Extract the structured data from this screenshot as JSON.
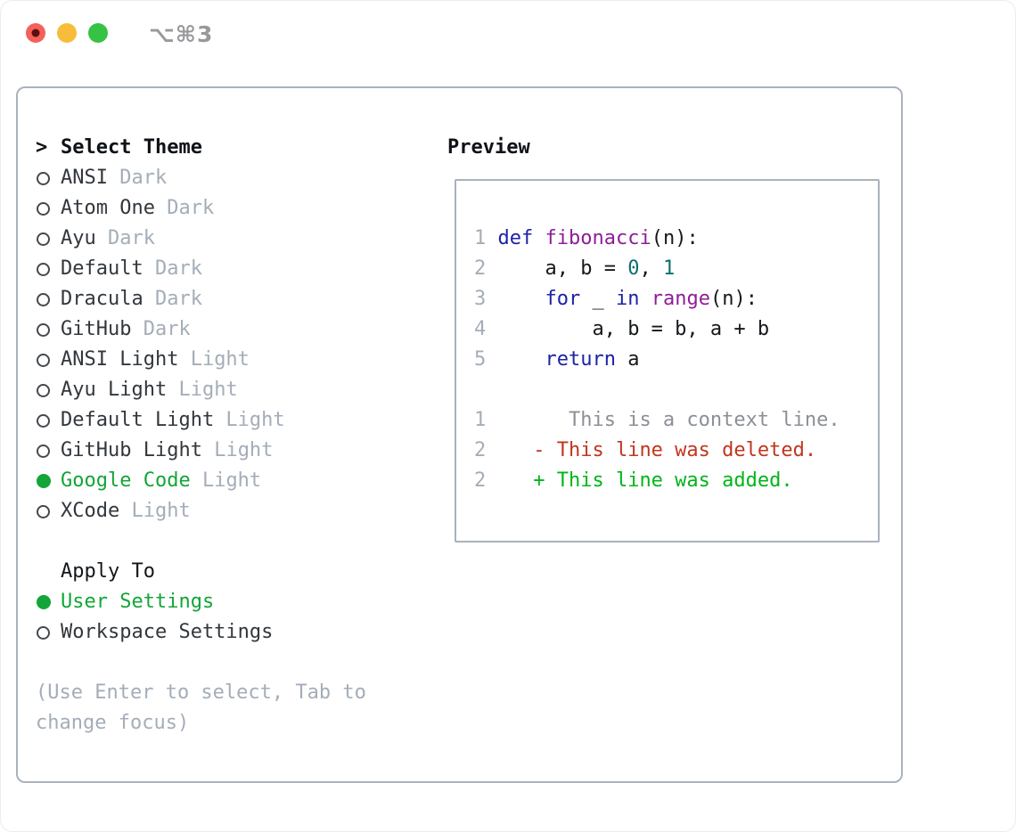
{
  "titlebar": {
    "shortcut_label": "⌥⌘3",
    "traffic_lights": [
      {
        "name": "close",
        "color": "#f4605a",
        "has_dot": true
      },
      {
        "name": "minimize",
        "color": "#f7bd3a",
        "has_dot": false
      },
      {
        "name": "zoom",
        "color": "#35c245",
        "has_dot": false
      }
    ]
  },
  "theme_selector": {
    "header_prefix": ">",
    "header": "Select Theme",
    "items": [
      {
        "name": "ANSI",
        "variant": "Dark",
        "selected": false
      },
      {
        "name": "Atom One",
        "variant": "Dark",
        "selected": false
      },
      {
        "name": "Ayu",
        "variant": "Dark",
        "selected": false
      },
      {
        "name": "Default",
        "variant": "Dark",
        "selected": false
      },
      {
        "name": "Dracula",
        "variant": "Dark",
        "selected": false
      },
      {
        "name": "GitHub",
        "variant": "Dark",
        "selected": false
      },
      {
        "name": "ANSI Light",
        "variant": "Light",
        "selected": false
      },
      {
        "name": "Ayu Light",
        "variant": "Light",
        "selected": false
      },
      {
        "name": "Default Light",
        "variant": "Light",
        "selected": false
      },
      {
        "name": "GitHub Light",
        "variant": "Light",
        "selected": false
      },
      {
        "name": "Google Code",
        "variant": "Light",
        "selected": true
      },
      {
        "name": "XCode",
        "variant": "Light",
        "selected": false
      }
    ],
    "apply_to": {
      "header": "Apply To",
      "options": [
        {
          "label": "User Settings",
          "selected": true
        },
        {
          "label": "Workspace Settings",
          "selected": false
        }
      ]
    },
    "hint": "(Use Enter to select, Tab to change focus)"
  },
  "preview": {
    "header": "Preview",
    "code_lines": [
      [
        {
          "t": "1",
          "s": "ln"
        },
        {
          "t": " ",
          "s": "pl"
        },
        {
          "t": "def",
          "s": "kw"
        },
        {
          "t": " ",
          "s": "pl"
        },
        {
          "t": "fibonacci",
          "s": "fn"
        },
        {
          "t": "(n):",
          "s": "pl"
        }
      ],
      [
        {
          "t": "2",
          "s": "ln"
        },
        {
          "t": "     a, b = ",
          "s": "pl"
        },
        {
          "t": "0",
          "s": "lit"
        },
        {
          "t": ", ",
          "s": "pl"
        },
        {
          "t": "1",
          "s": "lit"
        }
      ],
      [
        {
          "t": "3",
          "s": "ln"
        },
        {
          "t": "     ",
          "s": "pl"
        },
        {
          "t": "for",
          "s": "kw"
        },
        {
          "t": " _ ",
          "s": "pl"
        },
        {
          "t": "in",
          "s": "kw"
        },
        {
          "t": " ",
          "s": "pl"
        },
        {
          "t": "range",
          "s": "fn"
        },
        {
          "t": "(n):",
          "s": "pl"
        }
      ],
      [
        {
          "t": "4",
          "s": "ln"
        },
        {
          "t": "         a, b = b, a + b",
          "s": "pl"
        }
      ],
      [
        {
          "t": "5",
          "s": "ln"
        },
        {
          "t": "     ",
          "s": "pl"
        },
        {
          "t": "return",
          "s": "kw"
        },
        {
          "t": " a",
          "s": "pl"
        }
      ],
      [],
      [
        {
          "t": "1",
          "s": "ln"
        },
        {
          "t": "       ",
          "s": "pl"
        },
        {
          "t": "This is a context line.",
          "s": "ctx"
        }
      ],
      [
        {
          "t": "2",
          "s": "ln"
        },
        {
          "t": "    ",
          "s": "pl"
        },
        {
          "t": "- This line was deleted.",
          "s": "del"
        }
      ],
      [
        {
          "t": "2",
          "s": "ln"
        },
        {
          "t": "    ",
          "s": "pl"
        },
        {
          "t": "+ This line was added.",
          "s": "add"
        }
      ]
    ]
  },
  "colors": {
    "selected_green": "#13a538",
    "window_border": "#a9b2bd",
    "text_secondary": "#a4adb8",
    "syntax": {
      "ln": "#a4adb8",
      "pl": "#15181b",
      "kw": "#1c22a6",
      "fn": "#8d1f97",
      "lit": "#0b6e6e",
      "ctx": "#8b9096",
      "del": "#c0361f",
      "add": "#00b51a"
    }
  }
}
